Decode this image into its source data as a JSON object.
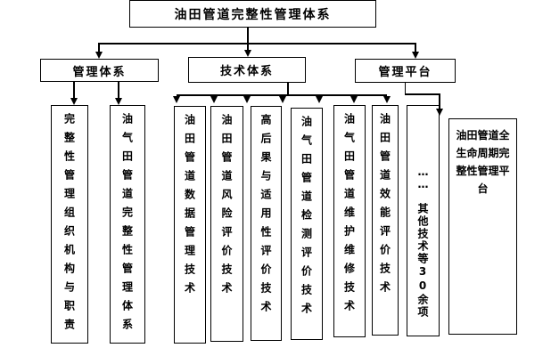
{
  "root": "油田管道完整性管理体系",
  "level2": [
    "管理体系",
    "技术体系",
    "管理平台"
  ],
  "management": [
    "完整性管理组织机构与职责",
    "油气田管道完整性管理体系"
  ],
  "technology": [
    "油田管道数据管理技术",
    "油田管道风险评价技术",
    "高后果与适用性评价技术",
    "油气田管道检测评价技术",
    "油气田管道维护维修技术",
    "油田管道效能评价技术"
  ],
  "technology_other": {
    "dots": "……",
    "label": "其他技术等30余项"
  },
  "platform": "油田管道全生命周期完整性管理平台"
}
